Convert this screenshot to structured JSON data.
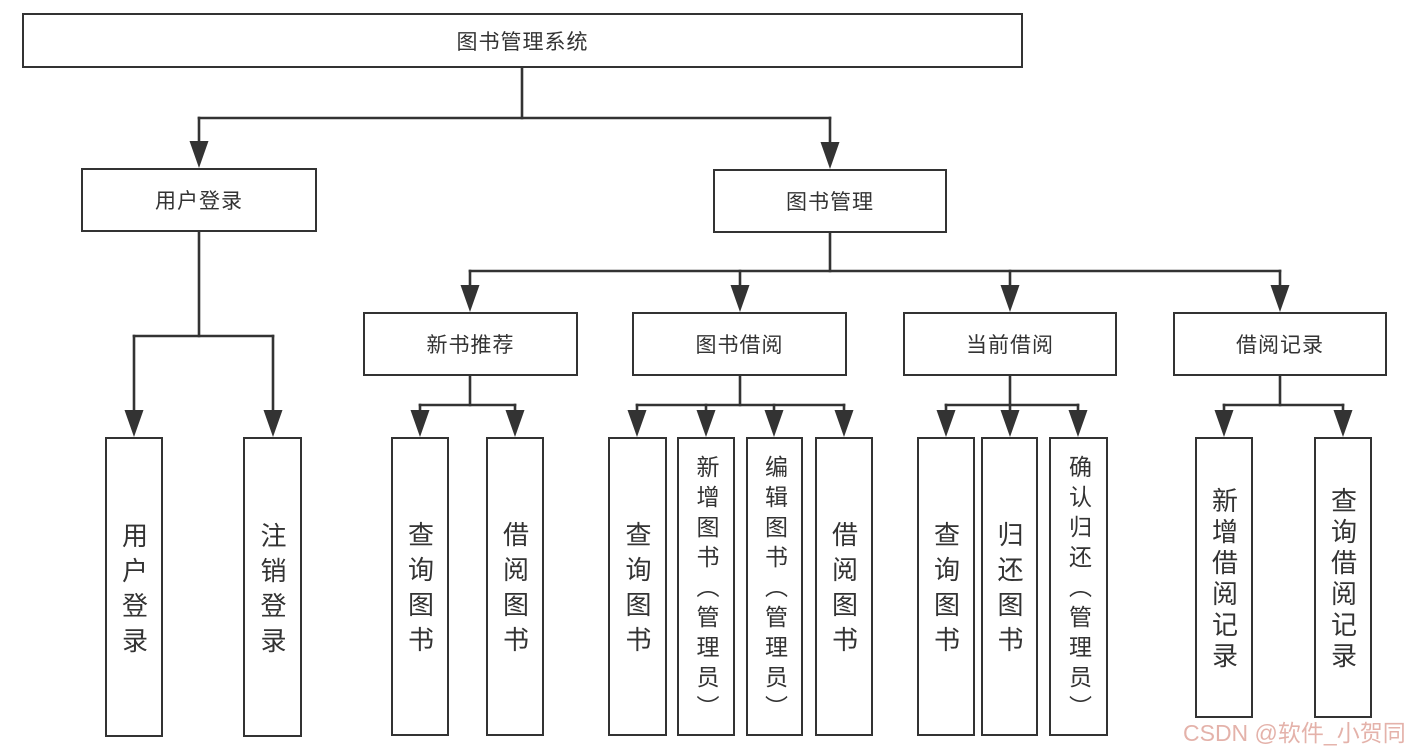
{
  "diagram": {
    "root": {
      "id": "root",
      "label": "图书管理系统"
    },
    "level1": [
      {
        "id": "user-login",
        "parent": "root",
        "label": "用户登录"
      },
      {
        "id": "book-management",
        "parent": "root",
        "label": "图书管理"
      }
    ],
    "level2": [
      {
        "id": "new-book-recommend",
        "parent": "book-management",
        "label": "新书推荐"
      },
      {
        "id": "book-borrow",
        "parent": "book-management",
        "label": "图书借阅"
      },
      {
        "id": "current-borrow",
        "parent": "book-management",
        "label": "当前借阅"
      },
      {
        "id": "borrow-records",
        "parent": "book-management",
        "label": "借阅记录"
      }
    ],
    "level3": [
      {
        "id": "user-login-leaf",
        "parent": "user-login",
        "label": "用户登录"
      },
      {
        "id": "logout-leaf",
        "parent": "user-login",
        "label": "注销登录"
      },
      {
        "id": "query-book-recommend",
        "parent": "new-book-recommend",
        "label": "查询图书"
      },
      {
        "id": "borrow-book-recommend",
        "parent": "new-book-recommend",
        "label": "借阅图书"
      },
      {
        "id": "query-book-borrow",
        "parent": "book-borrow",
        "label": "查询图书"
      },
      {
        "id": "add-book-admin",
        "parent": "book-borrow",
        "label": "新增图书（管理员）"
      },
      {
        "id": "edit-book-admin",
        "parent": "book-borrow",
        "label": "编辑图书（管理员）"
      },
      {
        "id": "borrow-book-leaf",
        "parent": "book-borrow",
        "label": "借阅图书"
      },
      {
        "id": "query-book-current",
        "parent": "current-borrow",
        "label": "查询图书"
      },
      {
        "id": "return-book",
        "parent": "current-borrow",
        "label": "归还图书"
      },
      {
        "id": "confirm-return-admin",
        "parent": "current-borrow",
        "label": "确认归还（管理员）"
      },
      {
        "id": "add-borrow-record",
        "parent": "borrow-records",
        "label": "新增借阅记录"
      },
      {
        "id": "query-borrow-record",
        "parent": "borrow-records",
        "label": "查询借阅记录"
      }
    ],
    "watermark": "CSDN @软件_小贺同学",
    "colors": {
      "line": "#333333",
      "text": "#333333",
      "box_fill": "#ffffff",
      "background": "#ffffff",
      "watermark": "#cd7364"
    }
  }
}
